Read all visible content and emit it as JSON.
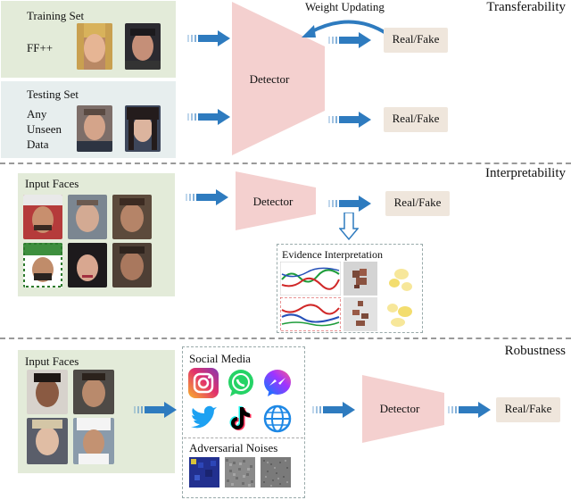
{
  "sections": {
    "transferability": "Transferability",
    "interpretability": "Interpretability",
    "robustness": "Robustness"
  },
  "training": {
    "label": "Training Set",
    "dataset": "FF++"
  },
  "testing": {
    "label": "Testing Set",
    "lines": [
      "Any",
      "Unseen",
      "Data"
    ]
  },
  "weight_updating": "Weight Updating",
  "detector": "Detector",
  "result": "Real/Fake",
  "input_faces": "Input Faces",
  "evidence": "Evidence Interpretation",
  "social_media": "Social Media",
  "adversarial": "Adversarial Noises",
  "icons": [
    "instagram-icon",
    "whatsapp-icon",
    "messenger-icon",
    "twitter-icon",
    "tiktok-icon",
    "globe-icon"
  ],
  "colors": {
    "arrow": "#2e7bbf",
    "detector": "#f4d0cf",
    "result_bg": "#efe6dc",
    "panel_green": "#e3ebd9",
    "panel_blue": "#e7eeee"
  }
}
